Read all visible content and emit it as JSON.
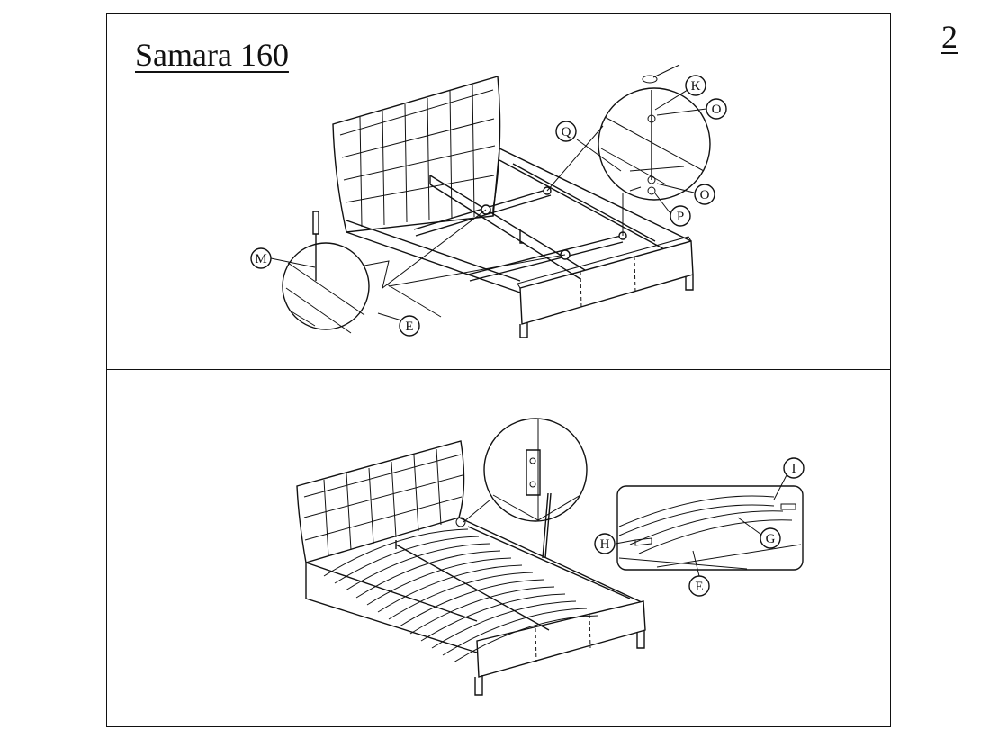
{
  "document": {
    "title": "Samara 160",
    "page_number": "2"
  },
  "step1": {
    "labels": {
      "m": "M",
      "k": "K",
      "o_top": "O",
      "q": "Q",
      "o_bottom": "O",
      "p": "P",
      "e": "E"
    }
  },
  "step2": {
    "labels": {
      "i": "I",
      "h": "H",
      "g": "G",
      "e": "E"
    }
  }
}
